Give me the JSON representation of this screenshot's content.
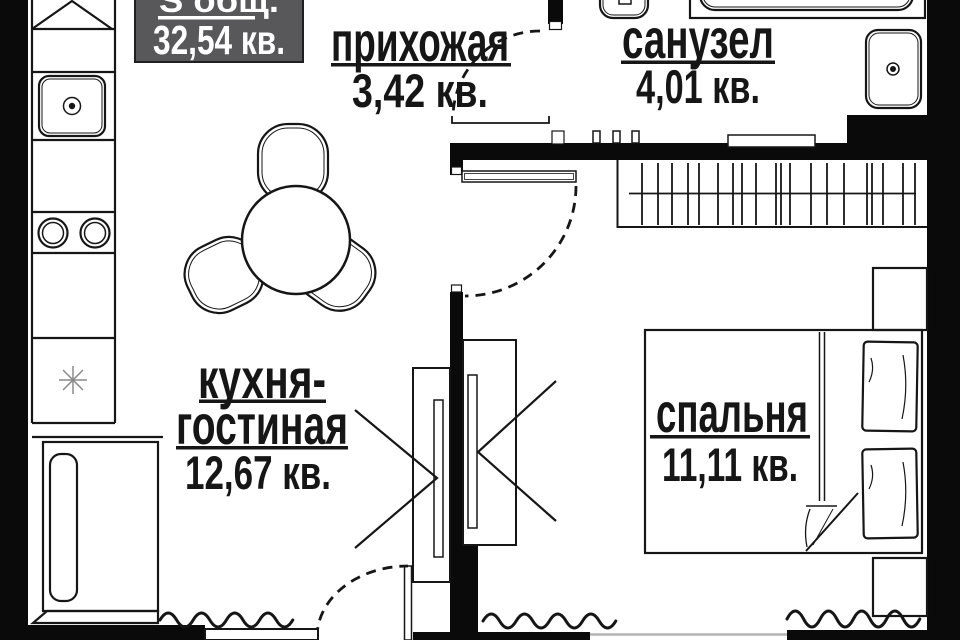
{
  "badge": {
    "area_label_top": "S общ.",
    "total_area": "32,54 кв."
  },
  "rooms": {
    "hall": {
      "name": "прихожая",
      "area": "3,42 кв."
    },
    "bathroom": {
      "name": "санузел",
      "area": "4,01 кв."
    },
    "kitchen_living": {
      "name_line1": "кухня-",
      "name_line2": "гостиная",
      "area": "12,67 кв."
    },
    "bedroom": {
      "name": "спальня",
      "area": "11,11 кв."
    }
  },
  "colors": {
    "wall": "#0a0a0a",
    "badge_bg": "#58585b",
    "line": "#161616"
  },
  "fixtures": {
    "kitchen": [
      "corner-cabinet",
      "kitchen-sink",
      "stove",
      "fridge"
    ],
    "living": [
      "dining-table",
      "chairs",
      "sofa",
      "radiator"
    ],
    "bathroom": [
      "toilet",
      "bathtub",
      "washbasin"
    ],
    "bedroom": [
      "wardrobe",
      "bed",
      "pillows",
      "nightstands",
      "radiator"
    ]
  }
}
